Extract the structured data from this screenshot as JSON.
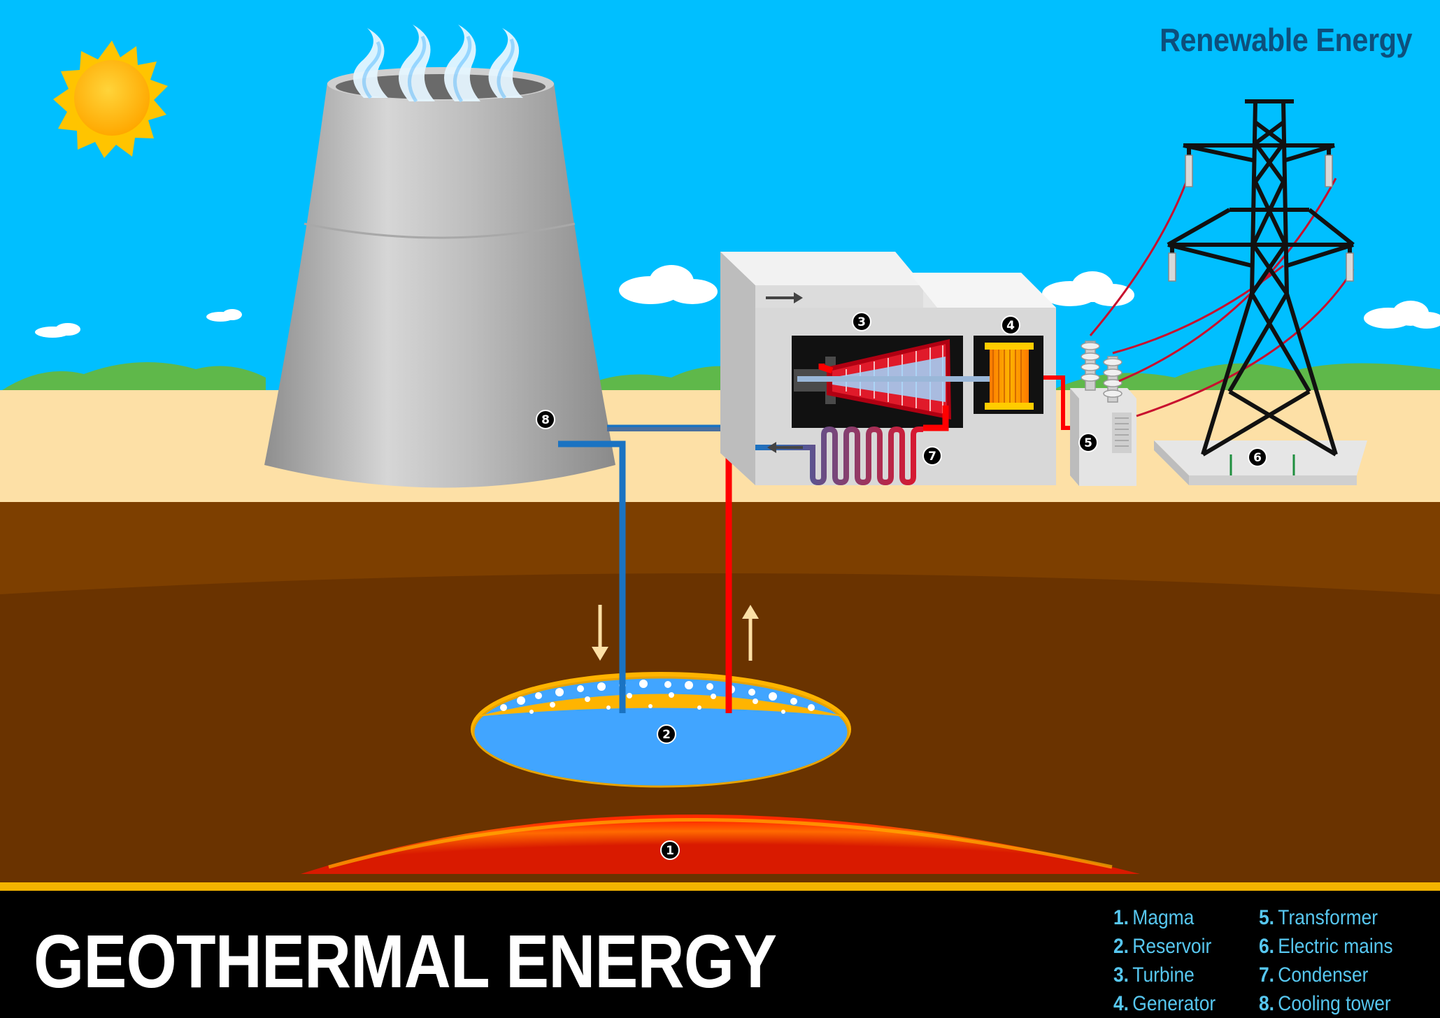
{
  "header": {
    "title": "Renewable Energy"
  },
  "footer": {
    "title": "GEOTHERMAL ENERGY"
  },
  "legend": [
    {
      "num": "1.",
      "label": "Magma"
    },
    {
      "num": "2.",
      "label": "Reservoir"
    },
    {
      "num": "3.",
      "label": "Turbine"
    },
    {
      "num": "4.",
      "label": "Generator"
    },
    {
      "num": "5.",
      "label": "Transformer"
    },
    {
      "num": "6.",
      "label": "Electric mains"
    },
    {
      "num": "7.",
      "label": "Condenser"
    },
    {
      "num": "8.",
      "label": "Cooling tower"
    }
  ],
  "markers": {
    "magma": "1",
    "reservoir": "2",
    "turbine": "3",
    "generator": "4",
    "transformer": "5",
    "electric_mains": "6",
    "condenser": "7",
    "cooling_tower": "8"
  },
  "colors": {
    "sky": "#00bfff",
    "ground_surface": "#fde0a6",
    "soil_upper": "#7d3f00",
    "soil_lower": "#6a3300",
    "hot_pipe": "#ff0000",
    "cold_pipe": "#1a73c2",
    "magma": "#ff3b00",
    "reservoir": "#41a5ff",
    "title_text": "#ffffff",
    "legend_text": "#57c7f0",
    "header_text": "#0d4f7c"
  }
}
